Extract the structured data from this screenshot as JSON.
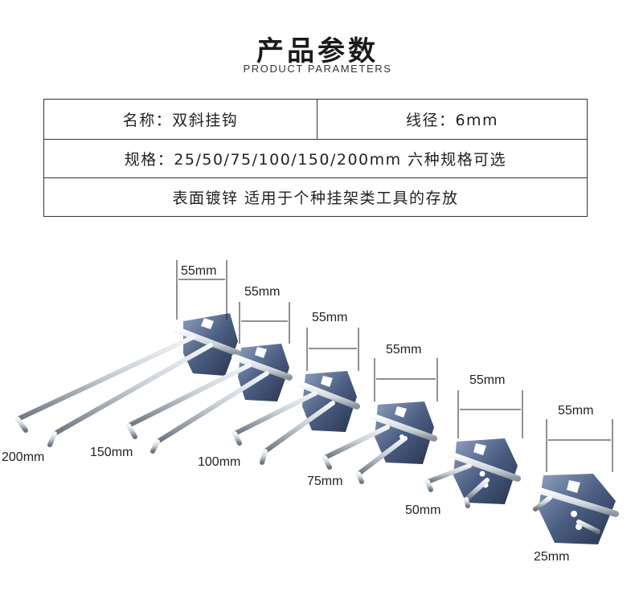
{
  "header": {
    "title": "产品参数",
    "subtitle": "PRODUCT PARAMETERS"
  },
  "specs": {
    "name": "名称：双斜挂钩",
    "wire_diameter": "线径：6mm",
    "sizes": "规格：25/50/75/100/150/200mm  六种规格可选",
    "finish_usage": "表面镀锌  适用于个种挂架类工具的存放"
  },
  "figure": {
    "plate_width_label": "55mm",
    "hooks": [
      {
        "length_label": "200mm"
      },
      {
        "length_label": "150mm"
      },
      {
        "length_label": "100mm"
      },
      {
        "length_label": "75mm"
      },
      {
        "length_label": "50mm"
      },
      {
        "length_label": "25mm"
      }
    ]
  },
  "colors": {
    "steel_light": "#e8ecf0",
    "steel_dark": "#5a6470",
    "plate_blue": "#3d4f72"
  }
}
